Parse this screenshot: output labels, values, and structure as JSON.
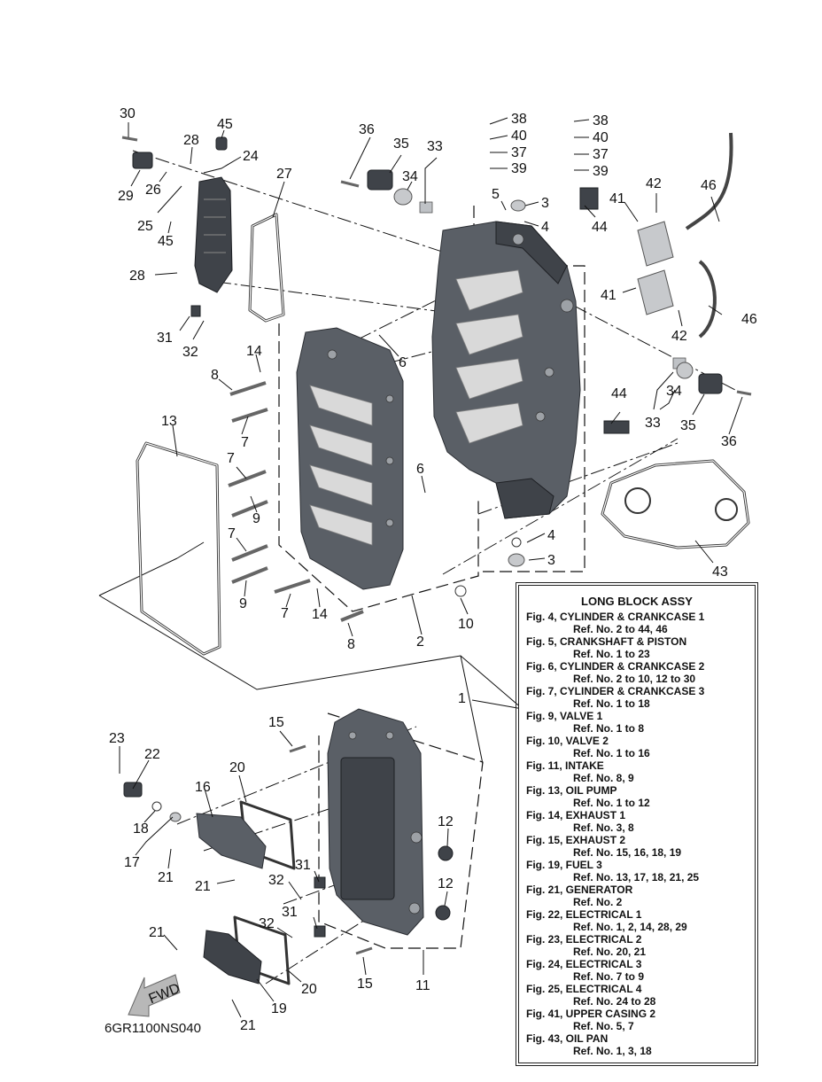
{
  "drawing_code": "6GR1100NS040",
  "fwd_label": "FWD",
  "callouts": [
    {
      "id": "c30a",
      "text": "30"
    },
    {
      "id": "c45a",
      "text": "45"
    },
    {
      "id": "c28a",
      "text": "28"
    },
    {
      "id": "c24",
      "text": "24"
    },
    {
      "id": "c29",
      "text": "29"
    },
    {
      "id": "c26",
      "text": "26"
    },
    {
      "id": "c25",
      "text": "25"
    },
    {
      "id": "c45b",
      "text": "45"
    },
    {
      "id": "c27",
      "text": "27"
    },
    {
      "id": "c28b",
      "text": "28"
    },
    {
      "id": "c31a",
      "text": "31"
    },
    {
      "id": "c32a",
      "text": "32"
    },
    {
      "id": "c36a",
      "text": "36"
    },
    {
      "id": "c35a",
      "text": "35"
    },
    {
      "id": "c33a",
      "text": "33"
    },
    {
      "id": "c34a",
      "text": "34"
    },
    {
      "id": "c38a",
      "text": "38"
    },
    {
      "id": "c40a",
      "text": "40"
    },
    {
      "id": "c37a",
      "text": "37"
    },
    {
      "id": "c39a",
      "text": "39"
    },
    {
      "id": "c38b",
      "text": "38"
    },
    {
      "id": "c40b",
      "text": "40"
    },
    {
      "id": "c37b",
      "text": "37"
    },
    {
      "id": "c39b",
      "text": "39"
    },
    {
      "id": "c5",
      "text": "5"
    },
    {
      "id": "c3a",
      "text": "3"
    },
    {
      "id": "c4a",
      "text": "4"
    },
    {
      "id": "c44a",
      "text": "44"
    },
    {
      "id": "c42a",
      "text": "42"
    },
    {
      "id": "c41a",
      "text": "41"
    },
    {
      "id": "c46a",
      "text": "46"
    },
    {
      "id": "c41b",
      "text": "41"
    },
    {
      "id": "c42b",
      "text": "42"
    },
    {
      "id": "c46b",
      "text": "46"
    },
    {
      "id": "c14a",
      "text": "14"
    },
    {
      "id": "c6a",
      "text": "6"
    },
    {
      "id": "c8a",
      "text": "8"
    },
    {
      "id": "c7a",
      "text": "7"
    },
    {
      "id": "c13",
      "text": "13"
    },
    {
      "id": "c7b",
      "text": "7"
    },
    {
      "id": "c9a",
      "text": "9"
    },
    {
      "id": "c6b",
      "text": "6"
    },
    {
      "id": "c7c",
      "text": "7"
    },
    {
      "id": "c9b",
      "text": "9"
    },
    {
      "id": "c7d",
      "text": "7"
    },
    {
      "id": "c14b",
      "text": "14"
    },
    {
      "id": "c8b",
      "text": "8"
    },
    {
      "id": "c2",
      "text": "2"
    },
    {
      "id": "c10",
      "text": "10"
    },
    {
      "id": "c44b",
      "text": "44"
    },
    {
      "id": "c34b",
      "text": "34"
    },
    {
      "id": "c33b",
      "text": "33"
    },
    {
      "id": "c35b",
      "text": "35"
    },
    {
      "id": "c36b",
      "text": "36"
    },
    {
      "id": "c4b",
      "text": "4"
    },
    {
      "id": "c3b",
      "text": "3"
    },
    {
      "id": "c43",
      "text": "43"
    },
    {
      "id": "c1",
      "text": "1"
    },
    {
      "id": "c15a",
      "text": "15"
    },
    {
      "id": "c23",
      "text": "23"
    },
    {
      "id": "c22",
      "text": "22"
    },
    {
      "id": "c20a",
      "text": "20"
    },
    {
      "id": "c16",
      "text": "16"
    },
    {
      "id": "c18",
      "text": "18"
    },
    {
      "id": "c17",
      "text": "17"
    },
    {
      "id": "c21a",
      "text": "21"
    },
    {
      "id": "c21b",
      "text": "21"
    },
    {
      "id": "c12a",
      "text": "12"
    },
    {
      "id": "c31b",
      "text": "31"
    },
    {
      "id": "c32b",
      "text": "32"
    },
    {
      "id": "c12b",
      "text": "12"
    },
    {
      "id": "c31c",
      "text": "31"
    },
    {
      "id": "c32c",
      "text": "32"
    },
    {
      "id": "c21c",
      "text": "21"
    },
    {
      "id": "c20b",
      "text": "20"
    },
    {
      "id": "c19",
      "text": "19"
    },
    {
      "id": "c15b",
      "text": "15"
    },
    {
      "id": "c11",
      "text": "11"
    },
    {
      "id": "c21d",
      "text": "21"
    }
  ],
  "legend": {
    "title": "LONG BLOCK ASSY",
    "entries": [
      {
        "fig": "Fig. 4, CYLINDER & CRANKCASE 1",
        "ref": "Ref. No. 2 to 44, 46"
      },
      {
        "fig": "Fig. 5, CRANKSHAFT & PISTON",
        "ref": "Ref. No. 1 to 23"
      },
      {
        "fig": "Fig. 6, CYLINDER & CRANKCASE 2",
        "ref": "Ref. No. 2 to 10, 12 to 30"
      },
      {
        "fig": "Fig. 7, CYLINDER & CRANKCASE 3",
        "ref": "Ref. No. 1 to 18"
      },
      {
        "fig": "Fig. 9, VALVE 1",
        "ref": "Ref. No. 1 to 8"
      },
      {
        "fig": "Fig. 10, VALVE 2",
        "ref": "Ref. No. 1 to 16"
      },
      {
        "fig": "Fig. 11, INTAKE",
        "ref": "Ref. No. 8, 9"
      },
      {
        "fig": "Fig. 13, OIL PUMP",
        "ref": "Ref. No. 1 to 12"
      },
      {
        "fig": "Fig. 14, EXHAUST 1",
        "ref": "Ref. No. 3, 8"
      },
      {
        "fig": "Fig. 15, EXHAUST 2",
        "ref": "Ref. No. 15, 16, 18, 19"
      },
      {
        "fig": "Fig. 19, FUEL 3",
        "ref": "Ref. No. 13, 17, 18, 21, 25"
      },
      {
        "fig": "Fig. 21, GENERATOR",
        "ref": "Ref. No. 2"
      },
      {
        "fig": "Fig. 22, ELECTRICAL 1",
        "ref": "Ref. No. 1, 2, 14, 28, 29"
      },
      {
        "fig": "Fig. 23, ELECTRICAL 2",
        "ref": "Ref. No. 20, 21"
      },
      {
        "fig": "Fig. 24, ELECTRICAL 3",
        "ref": "Ref. No. 7 to 9"
      },
      {
        "fig": "Fig. 25, ELECTRICAL 4",
        "ref": "Ref. No. 24 to 28"
      },
      {
        "fig": "Fig. 41, UPPER CASING 2",
        "ref": "Ref. No. 5, 7"
      },
      {
        "fig": "Fig. 43, OIL PAN",
        "ref": "Ref. No. 1, 3, 18"
      }
    ]
  }
}
